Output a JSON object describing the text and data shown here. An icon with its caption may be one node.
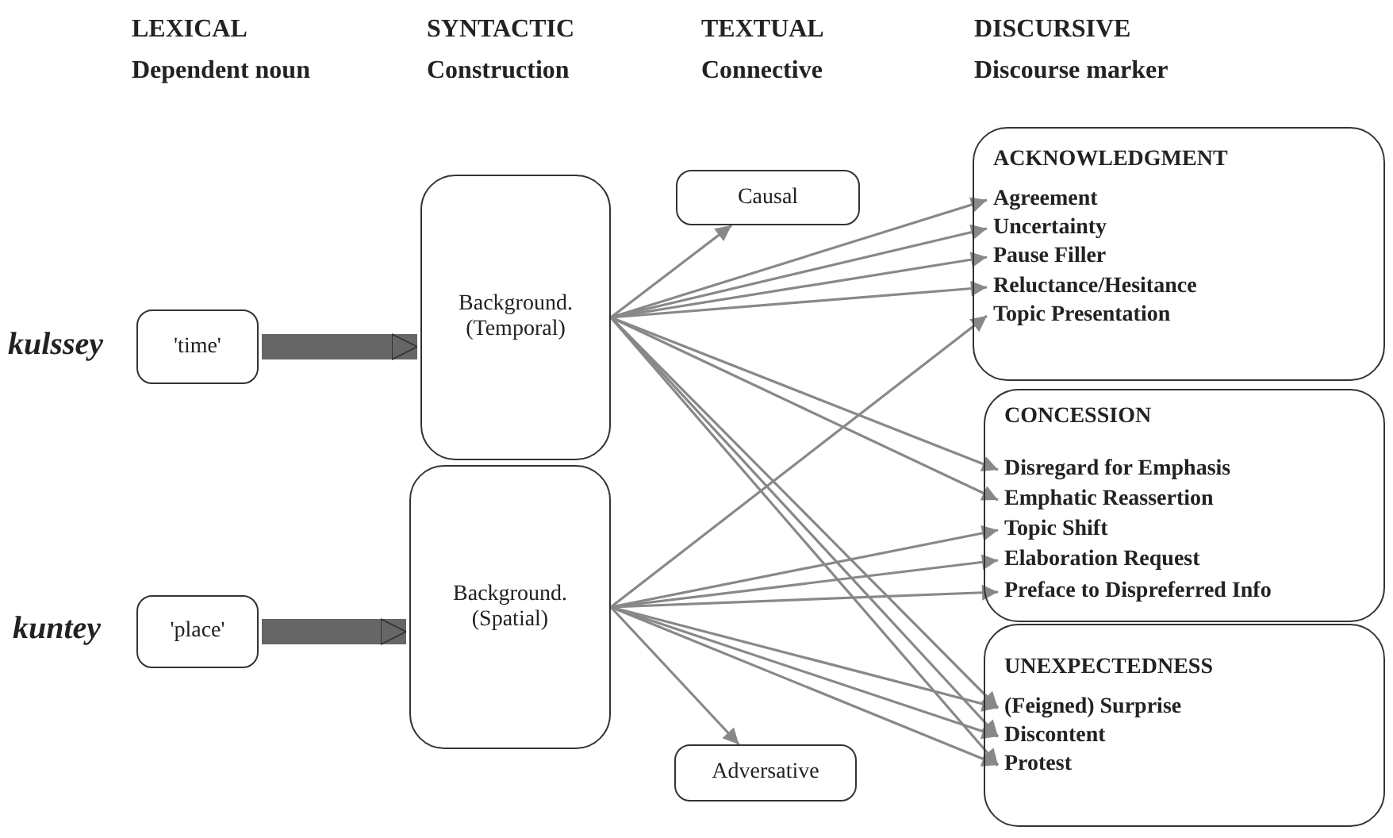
{
  "diagram": {
    "nodes": [
      {
        "text": [
          "'time'"
        ],
        "beside": [
          "kulssey"
        ]
      },
      {
        "text": [
          "'place'"
        ],
        "beside": [
          "kuntey"
        ]
      },
      {
        "text": [
          "Background. (Temporal)"
        ]
      },
      {
        "text": [
          "Background. (Spatial)"
        ]
      },
      {
        "text": [
          "Causal"
        ]
      },
      {
        "text": [
          "Adversative"
        ]
      },
      {
        "text": [
          "ACKNOWLEDGMENT"
        ]
      },
      {
        "text": [
          "Agreement"
        ],
        "in": 6
      },
      {
        "text": [
          "Uncertainty"
        ],
        "in": 6
      },
      {
        "text": [
          "Pause Filler"
        ],
        "in": 6
      },
      {
        "text": [
          "Reluctance/Hesitance"
        ],
        "in": 6
      },
      {
        "text": [
          "Topic Presentation"
        ],
        "in": 6
      },
      {
        "text": [
          "CONCESSION"
        ]
      },
      {
        "text": [
          "Disregard for Emphasis"
        ],
        "in": 12
      },
      {
        "text": [
          "Emphatic Reassertion"
        ],
        "in": 12
      },
      {
        "text": [
          "Topic Shift"
        ],
        "in": 12
      },
      {
        "text": [
          "Elaboration Request"
        ],
        "in": 12
      },
      {
        "text": [
          "Preface to Dispreferred Info"
        ],
        "in": 12
      },
      {
        "text": [
          "UNEXPECTEDNESS"
        ]
      },
      {
        "text": [
          "(Feigned) Surprise"
        ],
        "in": 18
      },
      {
        "text": [
          "Discontent"
        ],
        "in": 18
      },
      {
        "text": [
          "Protest"
        ],
        "in": 18
      }
    ],
    "edges": [
      {
        "from": 0,
        "to": 2,
        "arrow": "to",
        "style": "thick"
      },
      {
        "from": 1,
        "to": 3,
        "arrow": "to",
        "style": "thick"
      },
      {
        "from": 2,
        "to": 4,
        "arrow": "to"
      },
      {
        "from": 2,
        "to": 7,
        "arrow": "to"
      },
      {
        "from": 2,
        "to": 8,
        "arrow": "to"
      },
      {
        "from": 2,
        "to": 9,
        "arrow": "to"
      },
      {
        "from": 2,
        "to": 10,
        "arrow": "to"
      },
      {
        "from": 2,
        "to": 13,
        "arrow": "to"
      },
      {
        "from": 2,
        "to": 14,
        "arrow": "to"
      },
      {
        "from": 2,
        "to": 19,
        "arrow": "to"
      },
      {
        "from": 2,
        "to": 20,
        "arrow": "to"
      },
      {
        "from": 2,
        "to": 21,
        "arrow": "to"
      },
      {
        "from": 3,
        "to": 11,
        "arrow": "to"
      },
      {
        "from": 3,
        "to": 15,
        "arrow": "to"
      },
      {
        "from": 3,
        "to": 16,
        "arrow": "to"
      },
      {
        "from": 3,
        "to": 17,
        "arrow": "to"
      },
      {
        "from": 3,
        "to": 5,
        "arrow": "to"
      },
      {
        "from": 3,
        "to": 19,
        "arrow": "to"
      },
      {
        "from": 3,
        "to": 20,
        "arrow": "to"
      },
      {
        "from": 3,
        "to": 21,
        "arrow": "to"
      }
    ],
    "labels": [
      "LEXICAL",
      "SYNTACTIC",
      "TEXTUAL",
      "DISCURSIVE",
      "Dependent noun",
      "Construction",
      "Connective",
      "Discourse marker"
    ]
  }
}
